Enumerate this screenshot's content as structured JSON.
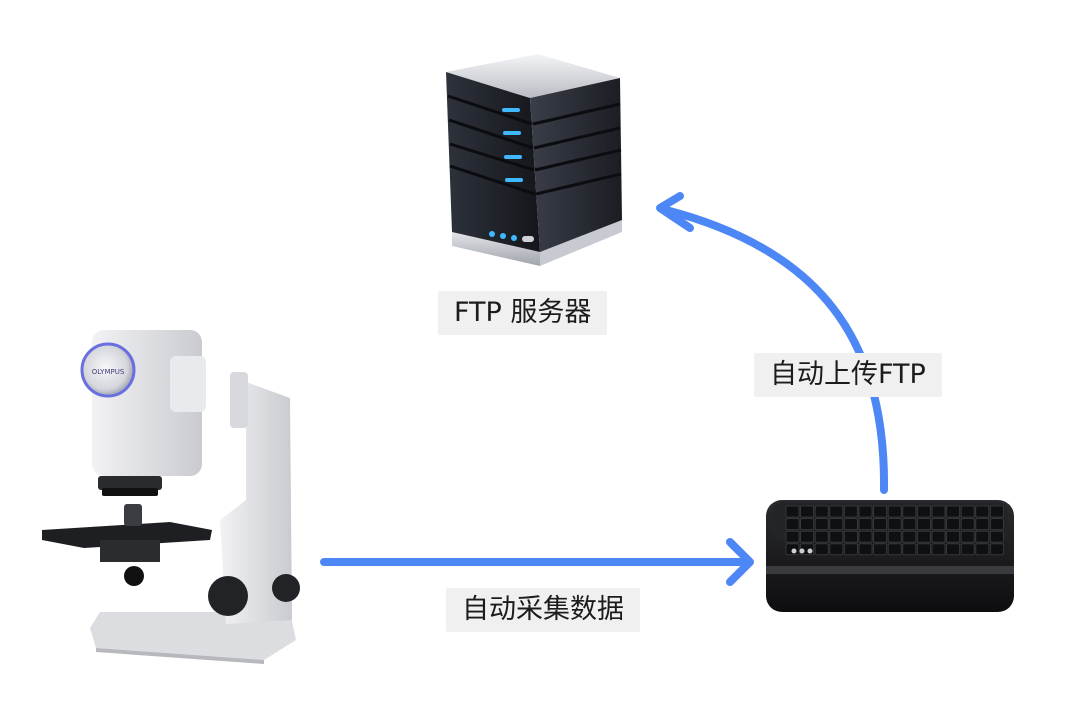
{
  "labels": {
    "ftp_server": "FTP 服务器",
    "auto_upload": "自动上传FTP",
    "auto_collect": "自动采集数据"
  },
  "device_text": {
    "microscope_brand": "OLYMPUS"
  },
  "colors": {
    "arrow": "#4d87f5",
    "label_bg": "#f0f0f0",
    "label_text": "#1c1c1c",
    "server_body": "#1d1f25",
    "server_led": "#3fb8ff",
    "box_body": "#1a1a1c"
  },
  "icons": [
    "ftp-server-icon",
    "microscope-image",
    "data-collector-box-icon"
  ]
}
